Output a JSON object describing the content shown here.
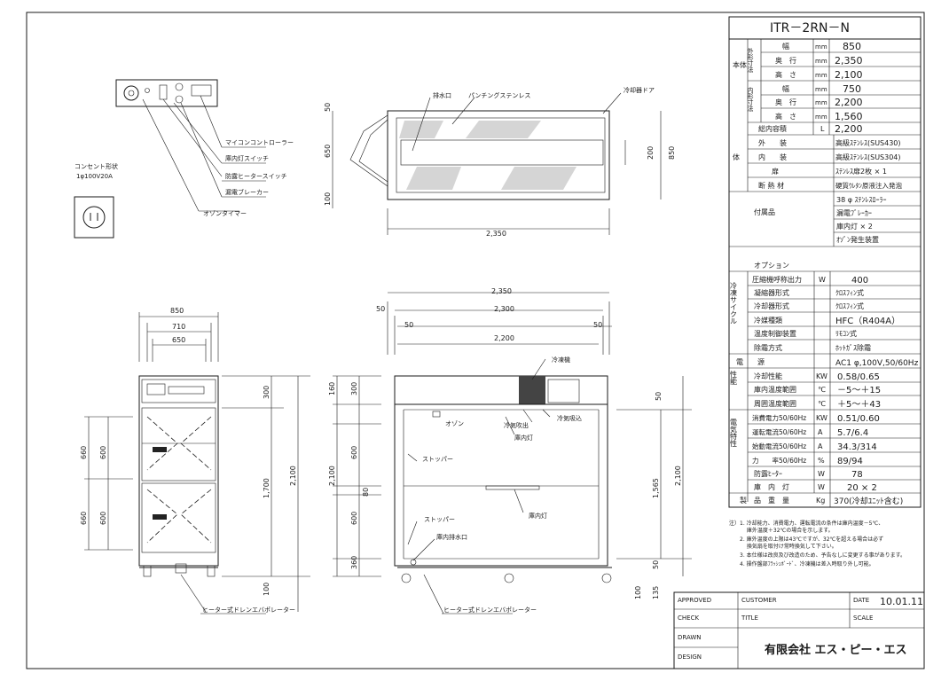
{
  "model": "ITR－2RN－N",
  "body_dims": {
    "group": "本体",
    "outer": "外形寸法",
    "inner": "内形寸法",
    "rows": [
      {
        "label": "幅",
        "unit": "mm",
        "value": "850"
      },
      {
        "label": "奥　行",
        "unit": "mm",
        "value": "2,350"
      },
      {
        "label": "高　さ",
        "unit": "mm",
        "value": "2,100"
      },
      {
        "label": "幅",
        "unit": "mm",
        "value": "750"
      },
      {
        "label": "奥　行",
        "unit": "mm",
        "value": "2,200"
      },
      {
        "label": "高　さ",
        "unit": "mm",
        "value": "1,560"
      }
    ]
  },
  "body_rows": [
    {
      "label": "総内容積",
      "unit": "L",
      "value": "2,200"
    },
    {
      "label": "外　　装",
      "unit": "",
      "value": "高級ｽﾃﾝﾚｽ(SUS430)"
    },
    {
      "label": "内　　装",
      "unit": "",
      "value": "高級ｽﾃﾝﾚｽ(SUS304)"
    },
    {
      "label": "扉",
      "unit": "",
      "value": "ｽﾃﾝﾚｽ扉2枚 × 1"
    },
    {
      "label": "断 熱 材",
      "unit": "",
      "value": "硬質ｳﾚﾀﾝ原液注入発泡"
    }
  ],
  "accessories": {
    "label": "付属品",
    "items": [
      "38 φ ｽﾃﾝﾚｽﾛｰﾗｰ",
      "漏電ﾌﾞﾚｰｶｰ",
      "庫内灯 × 2",
      "ｵｿﾞﾝ発生装置"
    ]
  },
  "options_label": "オプション",
  "cooling": {
    "group": "冷凍サイクル",
    "rows": [
      {
        "label": "圧縮機呼称出力",
        "unit": "W",
        "value": "400"
      },
      {
        "label": "凝縮器形式",
        "unit": "",
        "value": "ｸﾛｽﾌｨﾝ式"
      },
      {
        "label": "冷却器形式",
        "unit": "",
        "value": "ｸﾛｽﾌｨﾝ式"
      },
      {
        "label": "冷媒種類",
        "unit": "",
        "value": "HFC（R404A）"
      },
      {
        "label": "温度制御装置",
        "unit": "",
        "value": "ﾘﾓｺﾝ式"
      },
      {
        "label": "除霜方式",
        "unit": "",
        "value": "ﾎｯﾄｶﾞｽ除霜"
      }
    ]
  },
  "power": {
    "label": "電　　源",
    "value": "AC1 φ,100V,50/60Hz"
  },
  "performance": {
    "group": "性能",
    "rows": [
      {
        "label": "冷却性能",
        "unit": "KW",
        "value": "0.58/0.65"
      },
      {
        "label": "庫内温度範囲",
        "unit": "℃",
        "value": "－5～＋15"
      },
      {
        "label": "周囲温度範囲",
        "unit": "℃",
        "value": "＋5～＋43"
      }
    ]
  },
  "electrical": {
    "group": "電気特性",
    "rows": [
      {
        "label": "消費電力50/60Hz",
        "unit": "KW",
        "value": "0.51/0.60"
      },
      {
        "label": "運転電流50/60Hz",
        "unit": "A",
        "value": "5.7/6.4"
      },
      {
        "label": "始動電流50/60Hz",
        "unit": "A",
        "value": "34.3/314"
      },
      {
        "label": "力　　率50/60Hz",
        "unit": "%",
        "value": "89/94"
      },
      {
        "label": "防露ﾋｰﾀｰ",
        "unit": "W",
        "value": "78"
      },
      {
        "label": "庫　内　灯",
        "unit": "W",
        "value": "20 × 2"
      }
    ]
  },
  "weight": {
    "label": "製　品　重　量",
    "unit": "Kg",
    "value": "370(冷却ﾕﾆｯﾄ含む)"
  },
  "notes": [
    "注）1. 冷却能力、消費電力、運転電流の条件は庫内温度－5℃、",
    "　　　 庫外温度＋32℃の場合を示します。",
    "　　2. 庫外温度の上限は43℃ですが、32℃を超える場合は必ず",
    "　　　 換気扇を取付け常時換気して下さい。",
    "　　3. 本仕様は改良及び改造のため、予告なしに変更する事があります。",
    "　　4. 操作盤部ﾌﾗｯｼｭﾎﾞｰﾄﾞ、冷凍機は差入時取り外し可能。"
  ],
  "title_block": {
    "approved": "APPROVED",
    "customer": "CUSTOMER",
    "date_label": "DATE",
    "date": "10.01.11",
    "check": "CHECK",
    "title": "TITLE",
    "scale": "SCALE",
    "drawn": "DRAWN",
    "design": "DESIGN",
    "company": "有限会社 エス・ピー・エス"
  },
  "panel_labels": [
    "マイコンコントローラー",
    "庫内灯スイッチ",
    "防露ヒータースイッチ",
    "漏電ブレーカー",
    "オゾンタイマー"
  ],
  "outlet": {
    "line1": "コンセント形状",
    "line2": "1φ100V20A"
  },
  "top_labels": {
    "drain": "排水口",
    "punching": "パンチングステンレス",
    "cooler_door": "冷却器ドア",
    "w2350": "2,350",
    "d50": "50",
    "d650": "650",
    "d100": "100",
    "d200": "200",
    "d850": "850"
  },
  "front_dims": {
    "w850": "850",
    "w710": "710",
    "w650": "650",
    "h300": "300",
    "h660a": "660",
    "h600a": "600",
    "h660b": "660",
    "h600b": "600",
    "h1700": "1,700",
    "h2100": "2,100",
    "h100": "100"
  },
  "side_dims": {
    "w2350": "2,350",
    "w2300": "2,300",
    "w2200": "2,200",
    "d50a": "50",
    "d50b": "50",
    "d50c": "50",
    "h300": "300",
    "h160": "160",
    "h600a": "600",
    "h80": "80",
    "h600b": "600",
    "h360": "360",
    "h2100": "2,100",
    "h1565": "1,565",
    "h2100b": "2,100",
    "h50": "50",
    "h135": "135",
    "h100": "100",
    "h50b": "50"
  },
  "side_labels": {
    "unit": "冷凍機",
    "ozone": "オゾン",
    "cold_out": "冷気吹出",
    "cold_in": "冷気吸込",
    "light1": "庫内灯",
    "stopper1": "ストッパー",
    "light2": "庫内灯",
    "stopper2": "ストッパー",
    "drain": "庫内排水口"
  },
  "bottom_labels": {
    "front": "ヒーター式ドレンエバポレーター",
    "side": "ヒーター式ドレンエバポレーター"
  }
}
